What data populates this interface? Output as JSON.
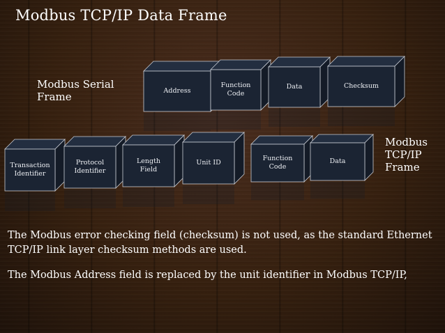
{
  "title": "Modbus TCP/IP Data Frame",
  "serial_frame": {
    "label": "Modbus Serial\nFrame",
    "fields": [
      "Address",
      "Function\nCode",
      "Data",
      "Checksum"
    ]
  },
  "tcp_frame": {
    "label": "Modbus\nTCP/IP\nFrame",
    "fields": [
      "Transaction\nIdentifier",
      "Protocol\nIdentifier",
      "Length\nField",
      "Unit ID",
      "Function\nCode",
      "Data"
    ]
  },
  "paragraphs": [
    "The Modbus error checking field (checksum) is not used, as the  standard Ethernet TCP/IP link layer checksum methods are used.",
    "The Modbus  Address field is  replaced  by the unit identifier in Modbus TCP/IP,"
  ],
  "colors": {
    "box_front": "#1b2433",
    "box_top": "#232e40",
    "box_side": "#141b27",
    "box_edge": "#c8ccd4"
  }
}
